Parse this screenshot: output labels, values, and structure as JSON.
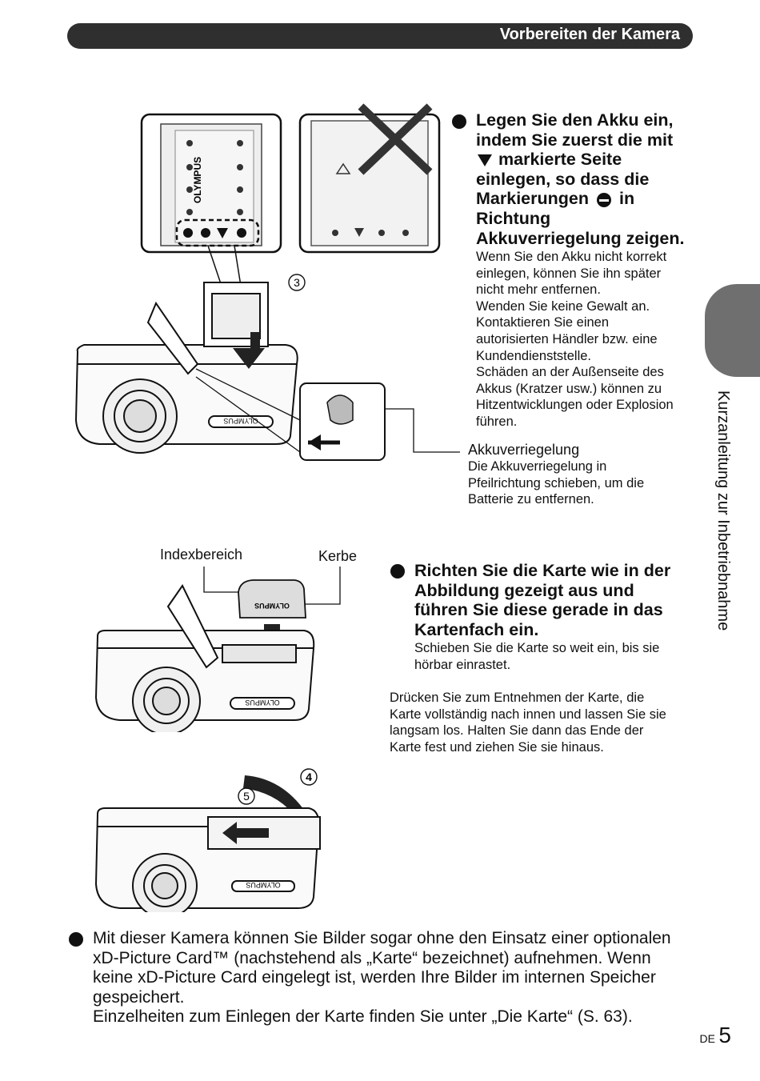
{
  "header": {
    "title": "Vorbereiten der Kamera"
  },
  "side_tab": {
    "label": "Kurzanleitung zur Inbetriebnahme"
  },
  "battery_section": {
    "instruction_lines": [
      "Legen Sie den Akku ein,",
      "indem Sie zuerst die mit",
      "markierte Seite",
      "einlegen, so dass die",
      "Markierungen",
      "in",
      "Richtung",
      "Akkuverriegelung zeigen."
    ],
    "note_lines": [
      "Wenn Sie den Akku nicht korrekt",
      "einlegen, können Sie ihn später",
      "nicht mehr entfernen.",
      "Wenden Sie keine Gewalt an.",
      "Kontaktieren Sie einen",
      "autorisierten Händler bzw. eine",
      "Kundendienststelle.",
      "Schäden an der Außenseite des",
      "Akkus (Kratzer usw.) können zu",
      "Hitzentwicklungen oder Explosion",
      "führen."
    ],
    "lock_title": "Akkuverriegelung",
    "lock_lines": [
      "Die Akkuverriegelung in",
      "Pfeilrichtung schieben, um die",
      "Batterie zu entfernen."
    ],
    "step_label": "3",
    "brand": "OLYMPUS"
  },
  "card_section": {
    "label_index": "Indexbereich",
    "label_notch": "Kerbe",
    "instruction_lines": [
      "Richten Sie die Karte wie in der",
      "Abbildung gezeigt aus und",
      "führen Sie diese gerade in das",
      "Kartenfach ein."
    ],
    "note_lines": [
      "Schieben Sie die Karte so weit ein, bis sie",
      "hörbar einrastet."
    ],
    "remove_lines": [
      "Drücken Sie zum Entnehmen der Karte, die",
      "Karte vollständig nach innen und lassen Sie sie",
      "langsam los. Halten Sie dann das Ende der",
      "Karte fest und ziehen Sie sie hinaus."
    ],
    "brand": "OLYMPUS"
  },
  "cover_section": {
    "step_a": "4",
    "step_b": "5",
    "brand": "OLYMPUS"
  },
  "bottom_note": {
    "lines": [
      "Mit dieser Kamera können Sie Bilder sogar ohne den Einsatz einer optionalen",
      "xD-Picture Card™ (nachstehend als „Karte“ bezeichnet) aufnehmen. Wenn",
      "keine xD-Picture Card eingelegt ist, werden Ihre Bilder im internen Speicher",
      "gespeichert.",
      "Einzelheiten zum Einlegen der Karte finden Sie unter „Die Karte“ (S. 63)."
    ]
  },
  "page": {
    "lang": "DE",
    "number": "5"
  }
}
